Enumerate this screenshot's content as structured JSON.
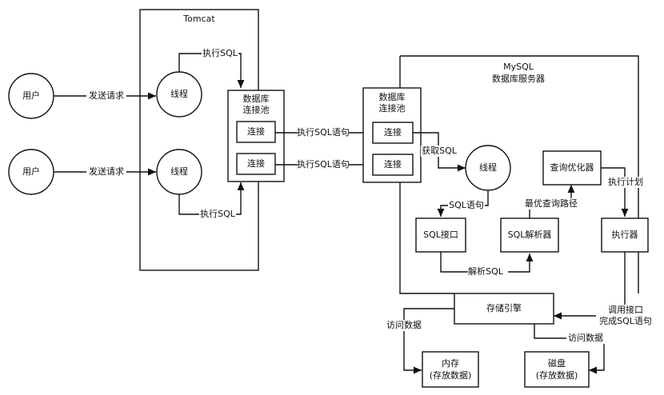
{
  "tomcat": {
    "title": "Tomcat",
    "users": [
      "用户",
      "用户"
    ],
    "send_request": "发送请求",
    "threads": [
      "线程",
      "线程"
    ],
    "exec_sql": "执行SQL",
    "pool_title_line1": "数据库",
    "pool_title_line2": "连接池",
    "connections": [
      "连接",
      "连接"
    ],
    "exec_sql_stmt": "执行SQL语句"
  },
  "mysql": {
    "title_line1": "MySQL",
    "title_line2": "数据库服务器",
    "pool_title_line1": "数据库",
    "pool_title_line2": "连接池",
    "connections": [
      "连接",
      "连接"
    ],
    "get_sql": "获取SQL",
    "thread": "线程",
    "sql_stmt": "SQL语句",
    "sql_interface": "SQL接口",
    "parse_sql": "解析SQL",
    "sql_parser": "SQL解析器",
    "best_path": "最优查询路径",
    "optimizer": "查询优化器",
    "exec_plan": "执行计划",
    "executor": "执行器",
    "storage_engine": "存储引擎",
    "call_interface_line1": "调用接口",
    "call_interface_line2": "完成SQL语句",
    "access_data_left": "访问数据",
    "access_data_right": "访问数据",
    "memory_line1": "内存",
    "memory_line2": "(存放数据)",
    "disk_line1": "磁盘",
    "disk_line2": "(存放数据)"
  }
}
